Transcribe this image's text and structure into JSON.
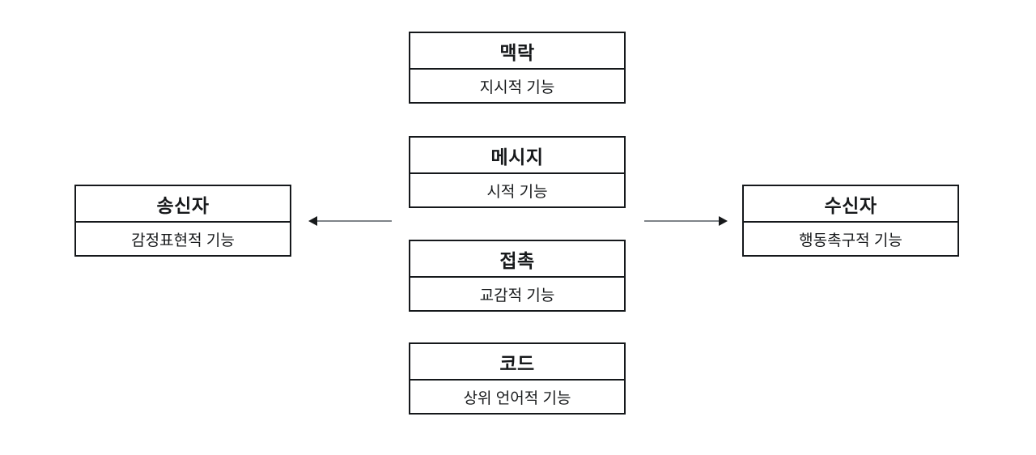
{
  "diagram": {
    "nodes": {
      "context": {
        "title": "맥락",
        "subtitle": "지시적 기능"
      },
      "message": {
        "title": "메시지",
        "subtitle": "시적 기능"
      },
      "contact": {
        "title": "접촉",
        "subtitle": "교감적 기능"
      },
      "code": {
        "title": "코드",
        "subtitle": "상위 언어적 기능"
      },
      "sender": {
        "title": "송신자",
        "subtitle": "감정표현적 기능"
      },
      "receiver": {
        "title": "수신자",
        "subtitle": "행동촉구적 기능"
      }
    },
    "arrows": [
      {
        "direction": "left",
        "points_to": "sender"
      },
      {
        "direction": "right",
        "points_to": "receiver"
      }
    ],
    "colors": {
      "border": "#15181b",
      "text": "#17191b",
      "arrow_line": "#7f8489",
      "arrow_head": "#17191b",
      "background": "#ffffff"
    }
  }
}
